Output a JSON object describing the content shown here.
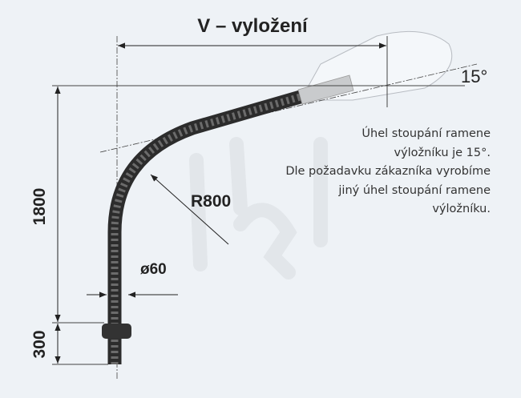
{
  "labels": {
    "overhang": "V – vyložení",
    "angle": "15°",
    "radius": "R800",
    "diameter": "ø60",
    "height_main": "1800",
    "height_base": "300"
  },
  "note": {
    "lines": [
      "Úhel stoupání ramene",
      "výložníku je 15°.",
      "Dle požadavku zákazníka vyrobíme",
      "jiný úhel stoupání ramene",
      "výložníku."
    ]
  },
  "colors": {
    "background": "#eef2f6",
    "pipe": "#3a3a3a",
    "line": "#222222"
  }
}
